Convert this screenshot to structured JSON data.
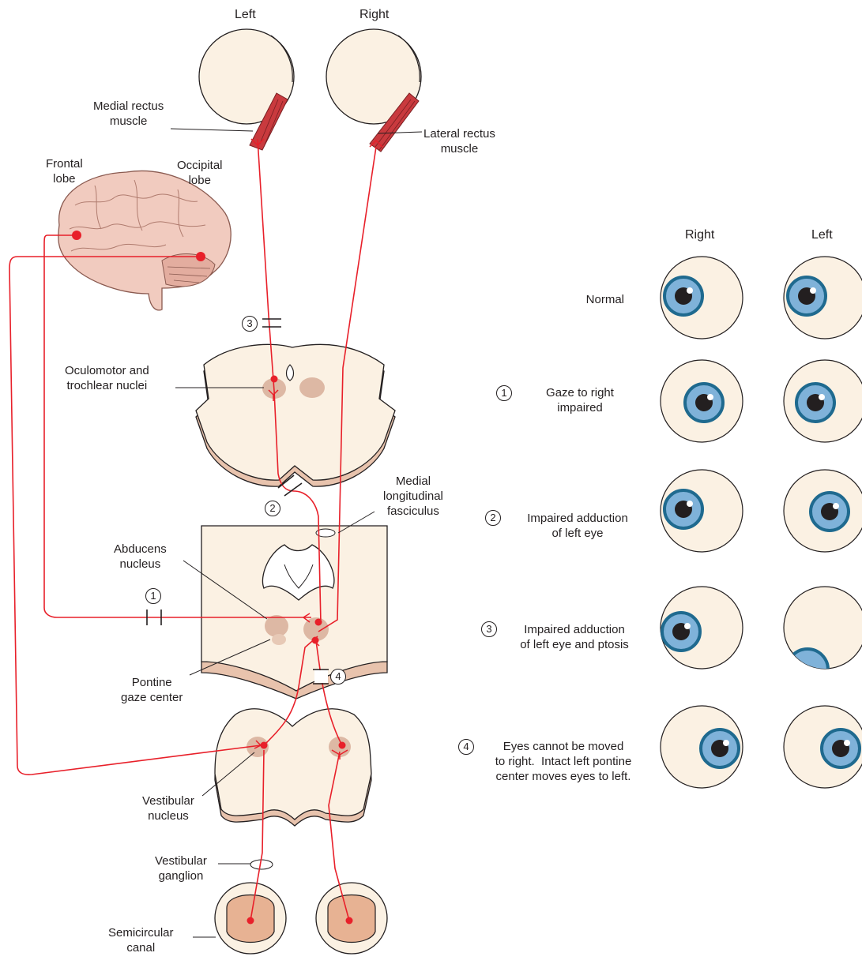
{
  "headers": {
    "top_left": "Left",
    "top_right": "Right",
    "panel_right": "Right",
    "panel_left": "Left"
  },
  "labels": {
    "medial_rectus": "Medial rectus\nmuscle",
    "lateral_rectus": "Lateral rectus\nmuscle",
    "frontal_lobe": "Frontal\nlobe",
    "occipital_lobe": "Occipital\nlobe",
    "oculomotor": "Oculomotor and\ntrochlear nuclei",
    "mlf": "Medial\nlongitudinal\nfasciculus",
    "abducens": "Abducens\nnucleus",
    "pontine": "Pontine\ngaze center",
    "vestibular_nucleus": "Vestibular\nnucleus",
    "vestibular_ganglion": "Vestibular\nganglion",
    "semicircular": "Semicircular\ncanal"
  },
  "lesions": [
    "1",
    "2",
    "3",
    "4"
  ],
  "conditions": [
    {
      "num": "",
      "text": "Normal"
    },
    {
      "num": "1",
      "text": "Gaze to right\nimpaired"
    },
    {
      "num": "2",
      "text": "Impaired adduction\nof left eye"
    },
    {
      "num": "3",
      "text": "Impaired adduction\nof left eye and ptosis"
    },
    {
      "num": "4",
      "text": "Eyes cannot be moved\nto right.  Intact left pontine\ncenter moves eyes to left."
    }
  ],
  "colors": {
    "pathway": "#e8202a",
    "tissue": "#fbf1e3",
    "tissue_shadow": "#e8c3ad",
    "nucleus": "#ddb8a4",
    "iris": "#7fb2d9",
    "iris_ring": "#1f6a8f",
    "muscle": "#c93a3e",
    "canal": "#e7b293",
    "brain": "#f1cbbf"
  }
}
